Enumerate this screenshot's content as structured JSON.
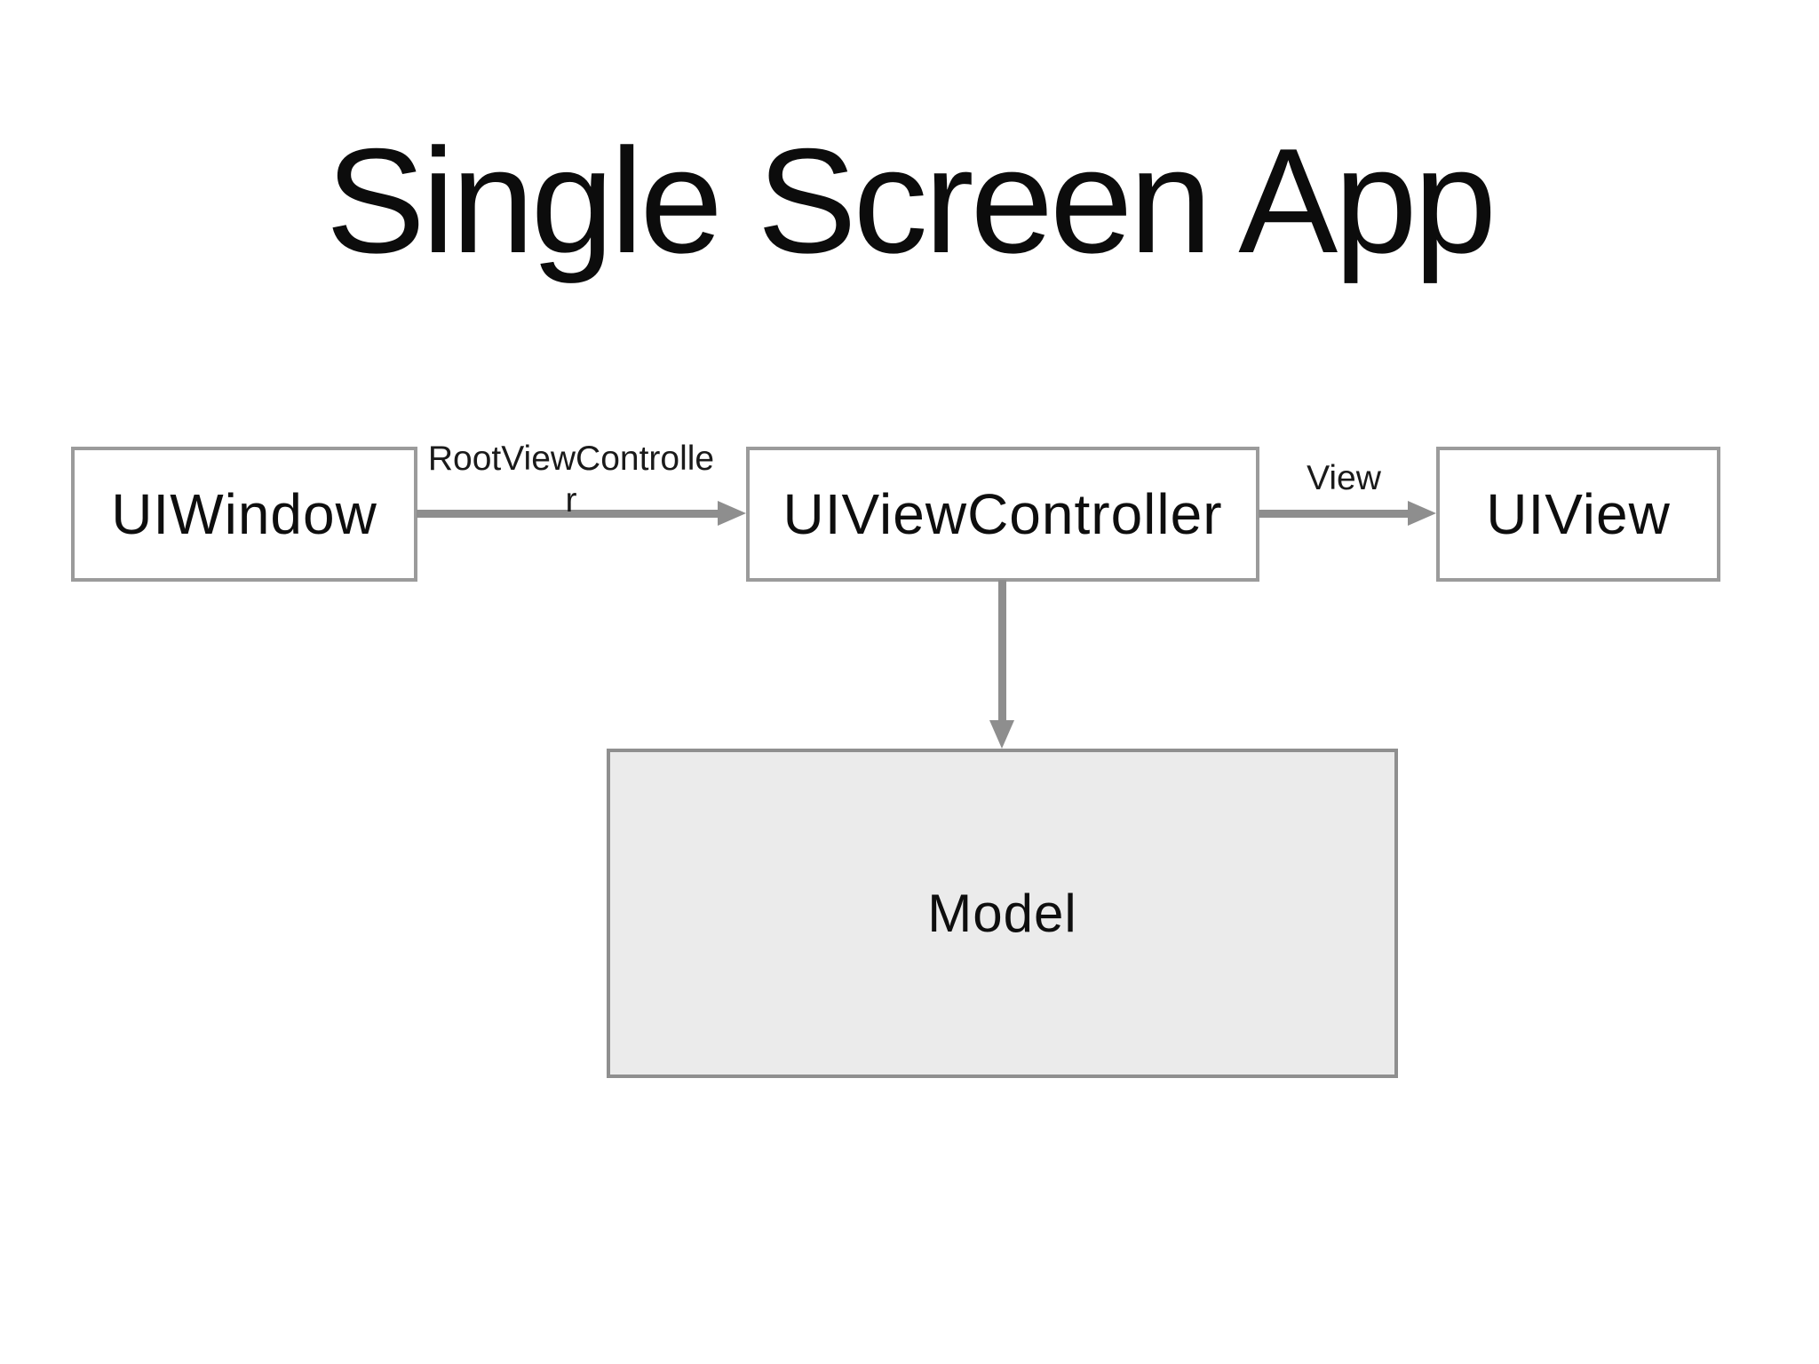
{
  "title": "Single Screen App",
  "colors": {
    "background": "#ffffff",
    "node_border": "#9b9b9b",
    "arrow": "#8e8e8e",
    "model_fill": "#ebebeb",
    "text": "#0e0e0e"
  },
  "nodes": {
    "uiwindow": {
      "label": "UIWindow"
    },
    "uiviewcontroller": {
      "label": "UIViewController"
    },
    "uiview": {
      "label": "UIView"
    },
    "model": {
      "label": "Model"
    }
  },
  "connectors": {
    "window_to_viewcontroller": {
      "label_line1": "RootViewControlle",
      "label_line2": "r"
    },
    "viewcontroller_to_view": {
      "label": "View"
    },
    "viewcontroller_to_model": {
      "label": ""
    }
  }
}
